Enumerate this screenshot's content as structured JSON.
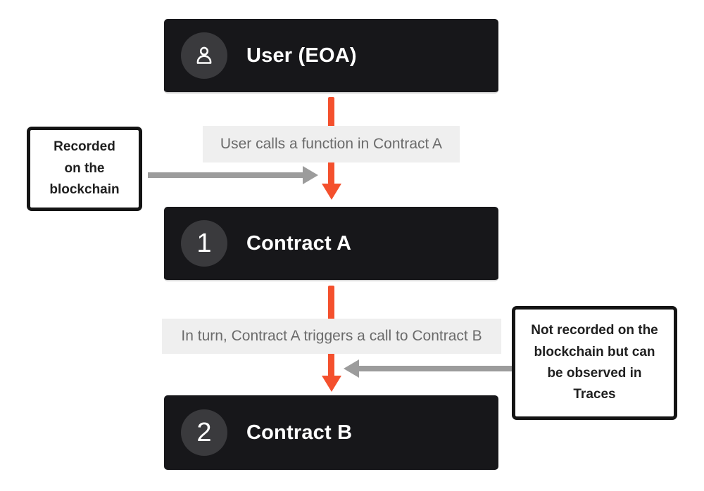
{
  "colors": {
    "canvas_bg": "#FFFFFF",
    "accent_orange": "#F4502D",
    "box_dark": "#17171A",
    "box_circle": "#3A3A3D",
    "box_edge": "#D8D8D8",
    "label_bg": "#EFEFEF",
    "label_text": "#6B6B6B",
    "arrow_gray": "#9C9C9C",
    "note_border": "#141414",
    "note_text": "#1F1F1F"
  },
  "nodes": {
    "user": {
      "label": "User (EOA)",
      "icon": "person-icon"
    },
    "contract_a": {
      "badge": "1",
      "label": "Contract A"
    },
    "contract_b": {
      "badge": "2",
      "label": "Contract B"
    }
  },
  "edges": {
    "edge1": {
      "label": "User calls a function in Contract A"
    },
    "edge2": {
      "label": "In turn, Contract A triggers a call to Contract B"
    }
  },
  "notes": {
    "left": {
      "text": "Recorded\non the\nblockchain"
    },
    "right": {
      "text": "Not recorded on the\nblockchain but can\nbe observed in\nTraces"
    }
  }
}
